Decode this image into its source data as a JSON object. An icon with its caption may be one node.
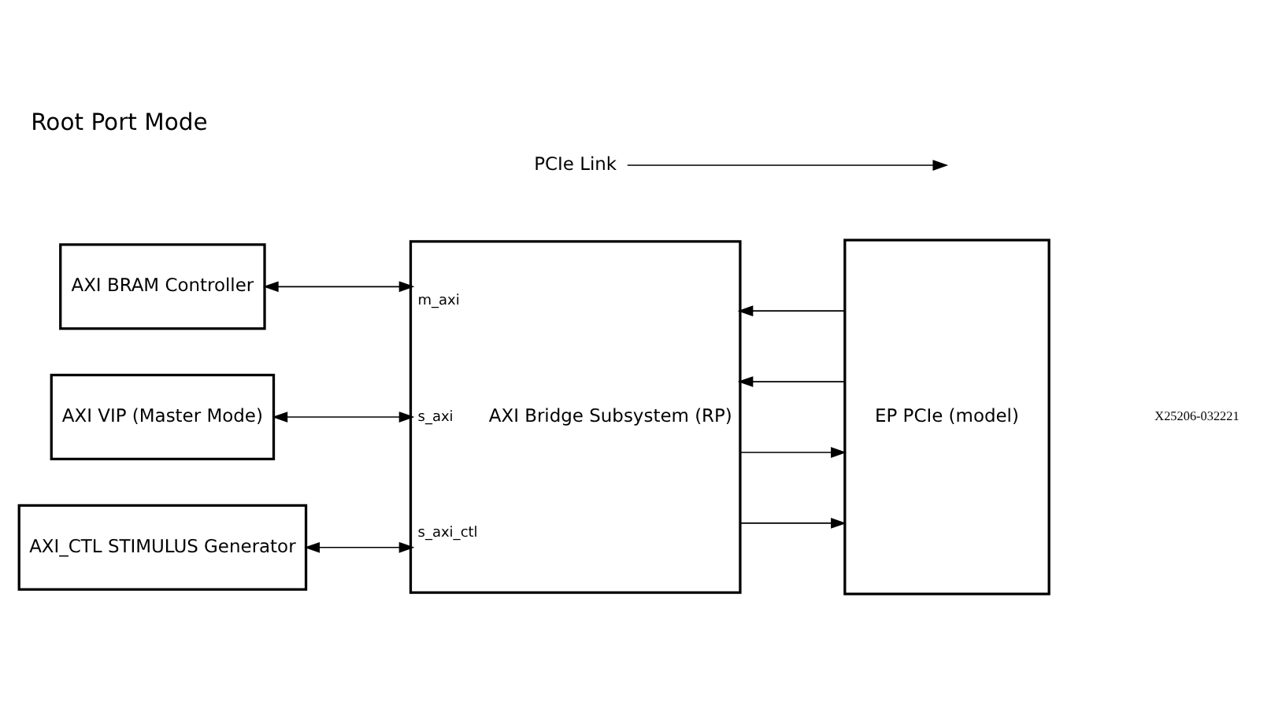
{
  "diagram": {
    "title": "Root Port Mode",
    "nodes": [
      {
        "text": [
          "AXI BRAM Controller"
        ]
      },
      {
        "text": [
          "AXI VIP (Master Mode)"
        ]
      },
      {
        "text": [
          "AXI_CTL STIMULUS Generator"
        ]
      },
      {
        "text": [
          "m_axi",
          "s_axi",
          "AXI Bridge Subsystem (RP)",
          "s_axi_ctl"
        ]
      },
      {
        "text": [
          "EP PCIe (model)"
        ]
      },
      {
        "text": [
          "PCIe Link"
        ]
      }
    ],
    "edges": [
      {
        "from": 0,
        "to": 3,
        "arrow": "both"
      },
      {
        "from": 1,
        "to": 3,
        "arrow": "both"
      },
      {
        "from": 2,
        "to": 3,
        "arrow": "both"
      },
      {
        "from": 3,
        "to": 4,
        "arrow": "to"
      },
      {
        "from": 3,
        "to": 4,
        "arrow": "to"
      },
      {
        "from": 4,
        "to": 3,
        "arrow": "to"
      },
      {
        "from": 4,
        "to": 3,
        "arrow": "to"
      },
      {
        "from": 5,
        "to": null,
        "arrow": "to"
      }
    ],
    "labels": [
      "X25206-032221"
    ]
  }
}
